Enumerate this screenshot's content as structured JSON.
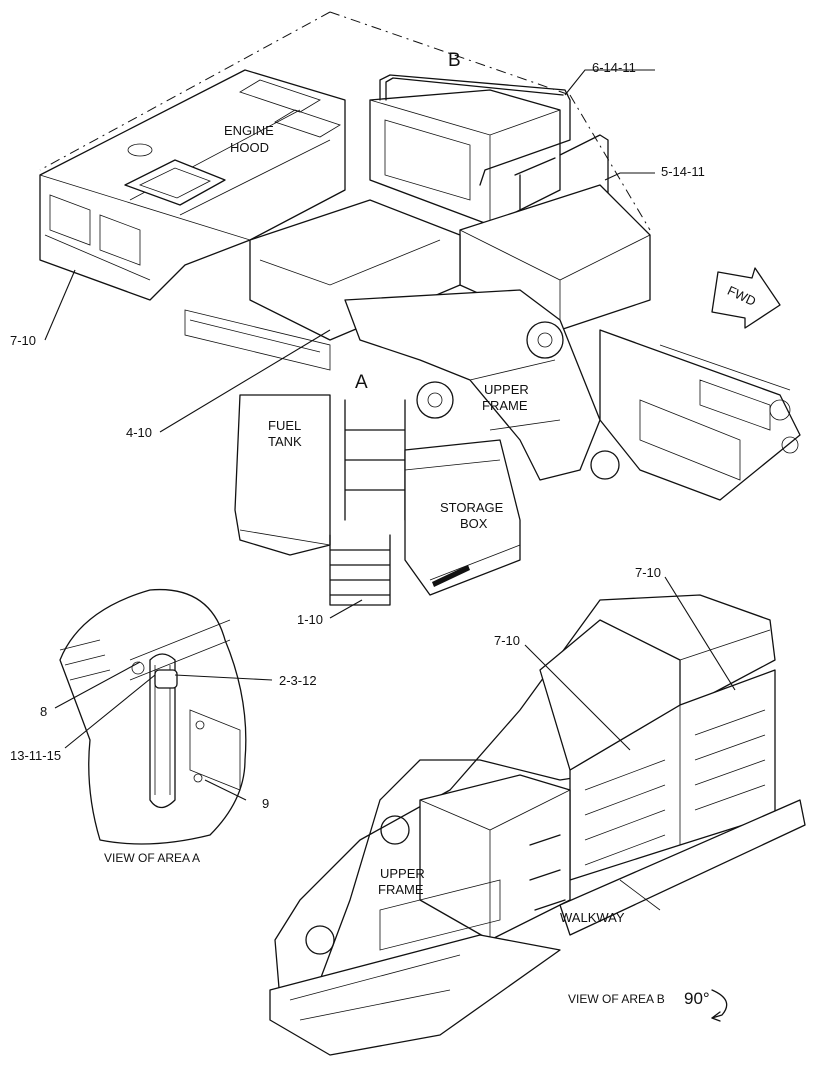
{
  "labels": {
    "area_b": "B",
    "area_a": "A",
    "engine_hood_1": "ENGINE",
    "engine_hood_2": "HOOD",
    "fuel_tank_1": "FUEL",
    "fuel_tank_2": "TANK",
    "upper_frame_top_1": "UPPER",
    "upper_frame_top_2": "FRAME",
    "storage_box_1": "STORAGE",
    "storage_box_2": "BOX",
    "fwd": "FWD",
    "upper_frame_bottom_1": "UPPER",
    "upper_frame_bottom_2": "FRAME",
    "walkway": "WALKWAY"
  },
  "callouts": {
    "c_6_14_11": "6-14-11",
    "c_5_14_11": "5-14-11",
    "c_7_10_left": "7-10",
    "c_4_10": "4-10",
    "c_1_10": "1-10",
    "c_2_3_12": "2-3-12",
    "c_8": "8",
    "c_13_11_15": "13-11-15",
    "c_9": "9",
    "c_7_10_right_top": "7-10",
    "c_7_10_right_mid": "7-10"
  },
  "captions": {
    "view_a": "VIEW OF AREA A",
    "view_b": "VIEW OF AREA B",
    "rotation": "90°"
  }
}
